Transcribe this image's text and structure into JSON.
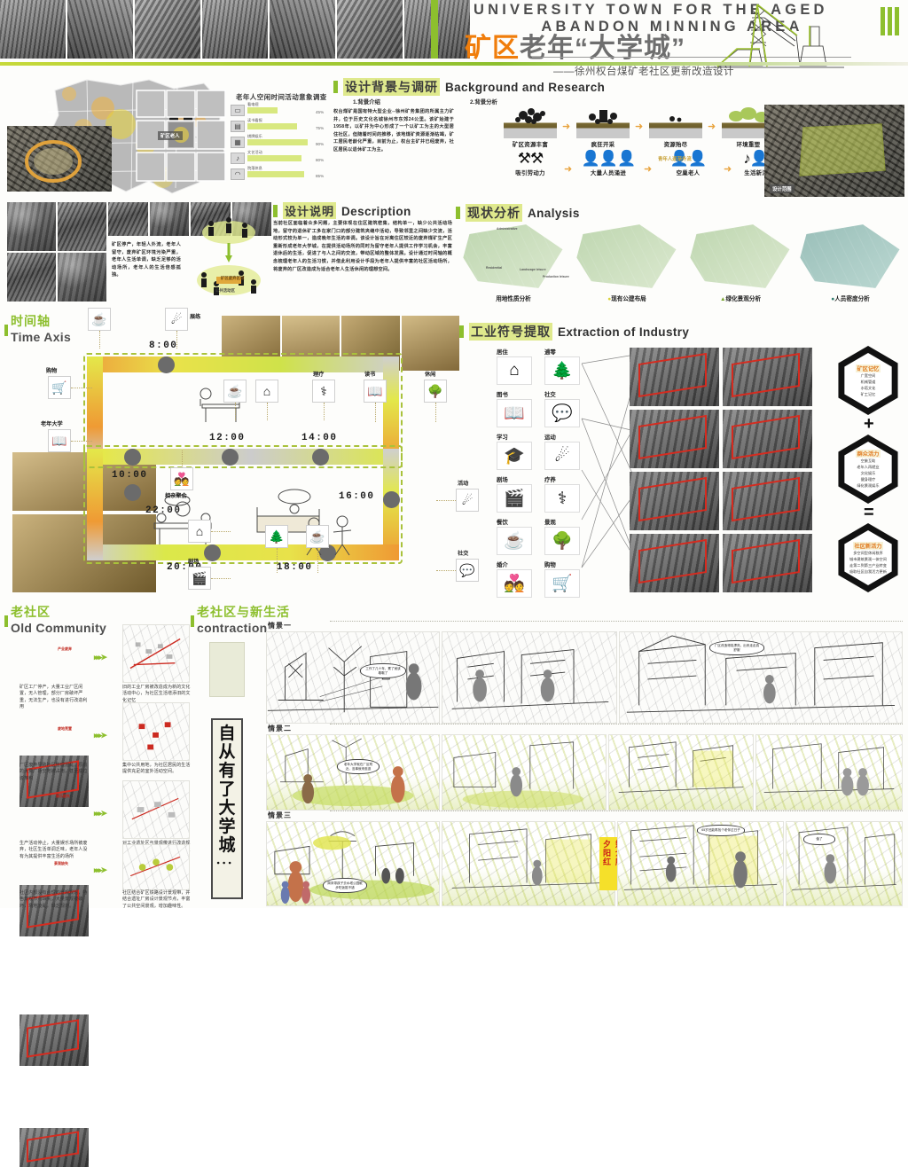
{
  "header": {
    "title_en_line1": "UNIVERSITY TOWN FOR THE AGED",
    "title_en_line2": "ABANDON MINNING AREA",
    "title_cn_orange": "矿区",
    "title_cn_grey": "老年“大学城”",
    "subtitle_cn": "——徐州权台煤矿老社区更新改造设计"
  },
  "sections": {
    "background": {
      "cn": "设计背景与调研",
      "en": "Background and Research"
    },
    "description": {
      "cn": "设计说明",
      "en": "Description"
    },
    "analysis": {
      "cn": "现状分析",
      "en": "Analysis"
    },
    "timeaxis": {
      "cn": "时间轴",
      "en": "Time Axis"
    },
    "industry": {
      "cn": "工业符号提取",
      "en": "Extraction of Industry"
    },
    "oldcommunity": {
      "cn": "老社区",
      "en": "Old Community"
    },
    "contraction": {
      "cn": "老社区与新生活",
      "en": "contraction"
    }
  },
  "survey": {
    "title": "老年人空闲时间活动意象调查",
    "chart_data": {
      "type": "bar",
      "title": "老年人空闲时间活动意象调查",
      "categories": [
        "看电视",
        "读书看报",
        "棋牌娱乐",
        "文艺活动",
        "院落休息"
      ],
      "values": [
        45,
        75,
        90,
        80,
        85
      ],
      "value_labels": [
        "45%",
        "75%",
        "90%",
        "80%",
        "85%"
      ],
      "xlabel": "",
      "ylabel": "",
      "xlim": [
        0,
        100
      ],
      "grid": false,
      "legend": "none",
      "bar_color": "#d8e87f",
      "icons": [
        "tv-icon",
        "newspaper-icon",
        "chess-icon",
        "dance-icon",
        "rest-icon"
      ]
    }
  },
  "map": {
    "marker_label": "矿区老人"
  },
  "background": {
    "intro_title": "1.背景介绍",
    "intro_body": "权台煤矿是国有特大型企业--徐州矿务集团的所属主力矿井，位于历史文化名城徐州市东郊24公里。该矿始建于1958年，以矿井为中心形成了一个以矿工为主的大型居住社区，但随着时间的推移，该地煤矿资源逐渐枯竭，矿工居民老龄化严重，目前为止，权台主矿井已经废弃，社区居民以退休矿工为主。",
    "analysis_title": "2.背景分析",
    "flow_top": [
      "矿区资源丰富",
      "疯狂开采",
      "资源殆尽",
      "环境重塑"
    ],
    "flow_bottom": [
      "吸引劳动力",
      "大量人员涌进",
      "空巢老人",
      "生活新活力"
    ],
    "flow_mid_label": "青年人逐渐外流",
    "site_marker": "设计范围"
  },
  "photos_note": "矿区停产，年轻人外流，老年人留守，废弃矿区环境污染严重，老年人生活单调，缺乏足够的活动场所，老年人的生活倍感孤独。",
  "photos_diagram_labels": [
    "矿区废弃区域",
    "公共活动区"
  ],
  "description_body": "当前社区面临着众多问题，主要体现在住区建筑密集，结构单一，缺少公共活动场地，留守的退休矿工多在家门口的部分建筑夹缝中活动，导致邻里之间缺少交流，活动形式较为单一，造成晚年生活的单调。该设计旨在对离住区较近的废弃煤矿生产区重新形成老年大学城，在提供活动场所的同时为留守老年人提供工作学习机会，丰富退休后的生活，促进了与人之间的交流，带动区域的整体发展。设计通过时间轴的概念梳理老年人的生活习惯，并借此利用设计手段为老年人提供丰富的社区活动场所，将废弃的厂区改造成为适合老年人生活休闲的理想空间。",
  "analysis_maps": [
    {
      "cn": "用地性质分析",
      "marker": ""
    },
    {
      "cn": "现有公建布局",
      "marker": "●"
    },
    {
      "cn": "绿化景观分析",
      "marker": "▲"
    },
    {
      "cn": "人员密度分析",
      "marker": "●"
    }
  ],
  "analysis_map_keys": [
    "Administrative",
    "Residential",
    "Landscape leisure",
    "Production leisure"
  ],
  "timeaxis_data": {
    "times": [
      "8:00",
      "10:00",
      "12:00",
      "14:00",
      "16:00",
      "18:00",
      "20:00",
      "22:00"
    ],
    "icons": [
      {
        "label": "展练",
        "icon": "exercise-icon",
        "glyph": "☄"
      },
      {
        "label": "",
        "icon": "coffee-icon",
        "glyph": "☕"
      },
      {
        "label": "购物",
        "icon": "cart-icon",
        "glyph": "🛒"
      },
      {
        "label": "老年大学",
        "icon": "book-icon",
        "glyph": "📖"
      },
      {
        "label": "相亲聚会",
        "icon": "couple-icon",
        "glyph": "💑"
      },
      {
        "label": "理疗",
        "icon": "therapy-icon",
        "glyph": "⚕"
      },
      {
        "label": "读书",
        "icon": "book-icon",
        "glyph": "📖"
      },
      {
        "label": "休闲",
        "icon": "leisure-icon",
        "glyph": "🌳"
      },
      {
        "label": "活动",
        "icon": "activity-icon",
        "glyph": "☄"
      },
      {
        "label": "社交",
        "icon": "social-icon",
        "glyph": "💬"
      },
      {
        "label": "剧场",
        "icon": "theater-icon",
        "glyph": "🎬"
      },
      {
        "label": "",
        "icon": "home-icon",
        "glyph": "⌂"
      }
    ]
  },
  "industry_icons": [
    {
      "cn": "居住",
      "glyph": "⌂",
      "icon": "house-icon"
    },
    {
      "cn": "逋零",
      "glyph": "🌲",
      "icon": "tree-icon"
    },
    {
      "cn": "图书",
      "glyph": "📖",
      "icon": "book-icon"
    },
    {
      "cn": "社交",
      "glyph": "💬",
      "icon": "chat-icon"
    },
    {
      "cn": "学习",
      "glyph": "🎓",
      "icon": "study-icon"
    },
    {
      "cn": "运动",
      "glyph": "☄",
      "icon": "sport-icon"
    },
    {
      "cn": "剧场",
      "glyph": "🎬",
      "icon": "theater-icon"
    },
    {
      "cn": "疗养",
      "glyph": "⚕",
      "icon": "medical-icon"
    },
    {
      "cn": "餐饮",
      "glyph": "☕",
      "icon": "cafe-icon"
    },
    {
      "cn": "景观",
      "glyph": "🌳",
      "icon": "landscape-icon"
    },
    {
      "cn": "婚介",
      "glyph": "💑",
      "icon": "marriage-icon"
    },
    {
      "cn": "购物",
      "glyph": "🛒",
      "icon": "shopping-icon"
    }
  ],
  "formula": {
    "a": {
      "title": "矿区记忆",
      "items": [
        "广宽空间",
        "机械管道",
        "水塔文化",
        "矿工记忆"
      ]
    },
    "op1": "+",
    "b": {
      "title": "群众活力",
      "items": [
        "空巢互助",
        "老年人再就业",
        "文化娱乐",
        "健身理疗",
        "绿化景观娱乐"
      ]
    },
    "op2": "=",
    "c": {
      "title": "社区新活力",
      "items": [
        "多空间型休闲秩序",
        "城市建筑景观一体空间",
        "走第二到第三产业转变",
        "吸取社区自我活力更新"
      ]
    }
  },
  "old_community": {
    "rows": [
      {
        "photo_mark": "产业废弃",
        "left_text": "矿区工厂停产，大量工业厂区闲置，无人管理，部分厂房破坏严重，无法生产，也没有进行改造利用",
        "right_text": "旧的工业厂房被改造成为新的文化活动中心，为社区生活增添旧的文化记忆"
      },
      {
        "photo_mark": "废地荒置",
        "left_text": "厂区废弃导致社区管理混乱，原有的大量广场空地被占用，甚至成垃圾堆积",
        "right_text": "集中公共用地，为社区居民的生活提供充足的室外活动空间。"
      },
      {
        "photo_mark": "娱乐缺失",
        "left_text": "生产活动停止，大量娱乐场所被废弃，社区生活单调乏味，老年人没有为其提供丰富生活的场所",
        "right_text": "对工业遗址区与景观带进行改造规划，对公共空间合理分区，满足社区的公共服务活动的需要。"
      },
      {
        "photo_mark": "景观缺失",
        "left_text": "社区内部没有合理的景观规划，特色景观节点缺失，大量景观被破坏，场地凌乱，缺乏规划。",
        "right_text": "社区结合矿区铁路设计景观带，并结合遗址厂房设计景观节点，丰富了公共空间景观，增加趣味性。"
      }
    ]
  },
  "slogan_vertical": [
    "自",
    "从",
    "有",
    "了",
    "大",
    "学",
    "城"
  ],
  "slogan_dots": "．．．",
  "scenarios": [
    {
      "label": "情景一",
      "bubbles": [
        "工作了几十年，累了就该歇歇了"
      ]
    },
    {
      "label": "情景二",
      "bubbles": [
        "老年大学就在厂区附近，没事就来逛逛",
        "厂区改造得真漂亮，出来走走真舒服"
      ]
    },
    {
      "label": "情景三",
      "bubbles": [
        "周末带孩子去水塔公园散步吃饭挺不错",
        "65岁还能再找个老伴过日子"
      ]
    }
  ],
  "scenario_sign": {
    "col1": "夕阳红",
    "col2": "婚介所"
  },
  "scenario_final_bubble": "值了"
}
